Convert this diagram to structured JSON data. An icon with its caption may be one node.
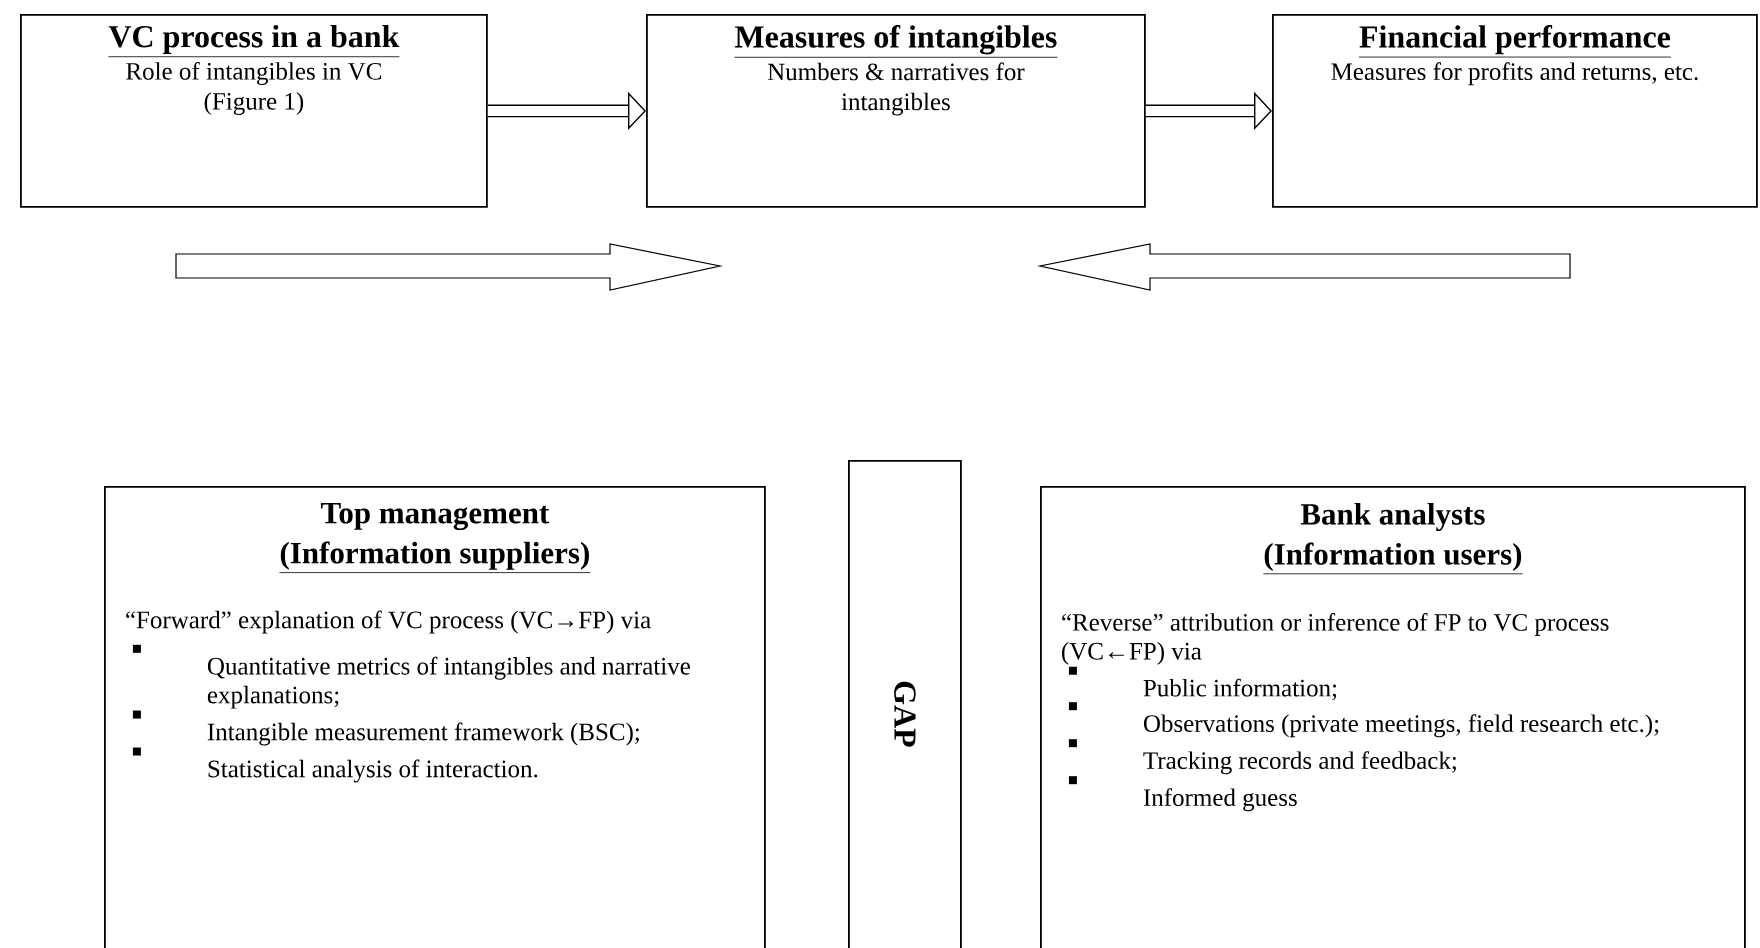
{
  "diagram": {
    "nodes": [
      {
        "text": [
          "VC process in a bank",
          "Role of intangibles in VC (Figure 1)"
        ]
      },
      {
        "text": [
          "Measures of intangibles",
          "Numbers & narratives for intangibles"
        ]
      },
      {
        "text": [
          "Financial performance",
          "Measures for profits and returns, etc."
        ]
      },
      {
        "text": [
          "Top management",
          "(Information suppliers)",
          "“Forward” explanation of VC process (VC→FP) via",
          "Quantitative metrics of intangibles and narrative explanations;",
          "Intangible measurement framework (BSC);",
          "Statistical analysis of interaction."
        ]
      },
      {
        "text": [
          "GAP"
        ]
      },
      {
        "text": [
          "Bank analysts",
          "(Information users)",
          "“Reverse” attribution or inference of FP to VC process (VC←FP) via",
          "Public information;",
          "Observations (private meetings, field research etc.);",
          "Tracking records and feedback;",
          "Informed guess"
        ]
      }
    ],
    "edges": [
      {
        "from": 0,
        "to": 1,
        "arrow": "to"
      },
      {
        "from": 1,
        "to": 2,
        "arrow": "to"
      }
    ]
  }
}
